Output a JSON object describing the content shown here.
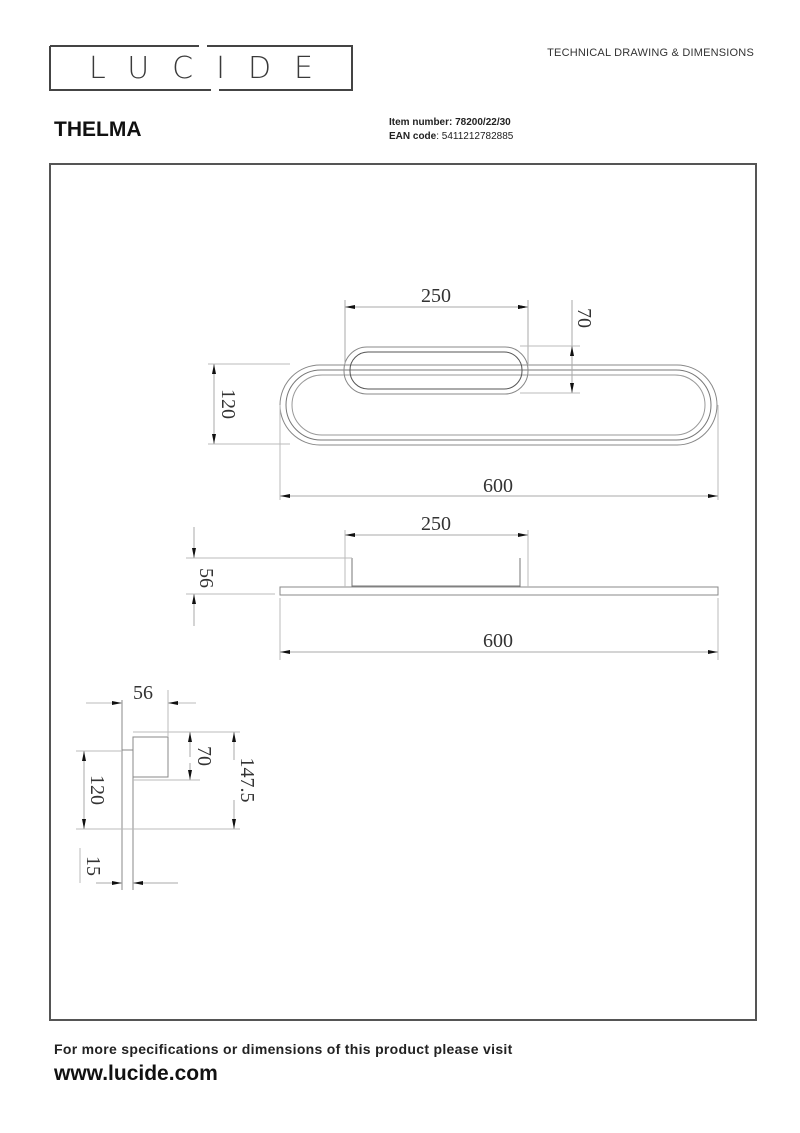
{
  "header": {
    "brand": "LUCIDE",
    "section_title": "TECHNICAL DRAWING & DIMENSIONS",
    "product_name": "THELMA",
    "item_number_label": "Item number:",
    "item_number": "78200/22/30",
    "ean_label": "EAN code",
    "ean_code": "5411212782885"
  },
  "drawing": {
    "top_view": {
      "canopy_width": "250",
      "canopy_height": "70",
      "fixture_height": "120",
      "fixture_width": "600"
    },
    "front_view": {
      "canopy_width": "250",
      "depth": "56",
      "fixture_width": "600"
    },
    "side_view": {
      "depth": "56",
      "canopy_height": "70",
      "total_height": "147.5",
      "fixture_height": "120",
      "thickness": "15"
    }
  },
  "footer": {
    "note": "For more specifications or dimensions of this product please visit",
    "url": "www.lucide.com"
  }
}
